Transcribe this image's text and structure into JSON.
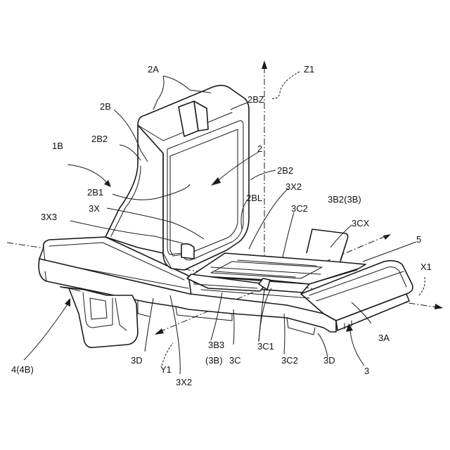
{
  "figure": {
    "labels": {
      "l_2A": "2A",
      "l_2B": "2B",
      "l_2BZ": "2BZ",
      "l_Z1": "Z1",
      "l_1B": "1B",
      "l_2B2_left": "2B2",
      "l_2": "2",
      "l_2B2_right": "2B2",
      "l_2B1": "2B1",
      "l_2BL": "2BL",
      "l_3X2_top": "3X2",
      "l_3X": "3X",
      "l_3C2_top": "3C2",
      "l_3B2": "3B2(3B)",
      "l_3X3": "3X3",
      "l_3CX": "3CX",
      "l_5": "5",
      "l_X1": "X1",
      "l_3A": "3A",
      "l_4": "4(4B)",
      "l_3B3": "3B3",
      "l_3B": "(3B)",
      "l_3C": "3C",
      "l_3C1": "3C1",
      "l_3C2_bottom": "3C2",
      "l_3D_left": "3D",
      "l_3D_right": "3D",
      "l_Y1": "Y1",
      "l_3X2_bottom": "3X2",
      "l_3": "3"
    }
  }
}
